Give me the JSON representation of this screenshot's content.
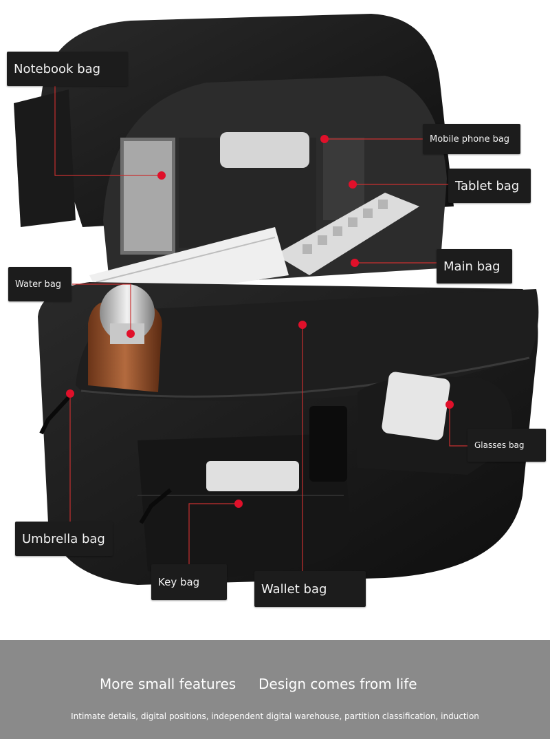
{
  "labels": {
    "notebook": "Notebook bag",
    "mobile_phone": "Mobile phone bag",
    "tablet": "Tablet bag",
    "water": "Water bag",
    "main": "Main bag",
    "glasses": "Glasses bag",
    "umbrella": "Umbrella bag",
    "key": "Key bag",
    "wallet": "Wallet bag"
  },
  "banner": {
    "heading_left": "More small features",
    "heading_right": "Design comes from life",
    "subtext": "Intimate details, digital positions, independent digital warehouse, partition classification, induction"
  },
  "colors": {
    "label_bg": "#1c1c1c",
    "marker": "#e0102a",
    "banner_bg": "#8a8a8a",
    "bag_body": "#141414"
  }
}
